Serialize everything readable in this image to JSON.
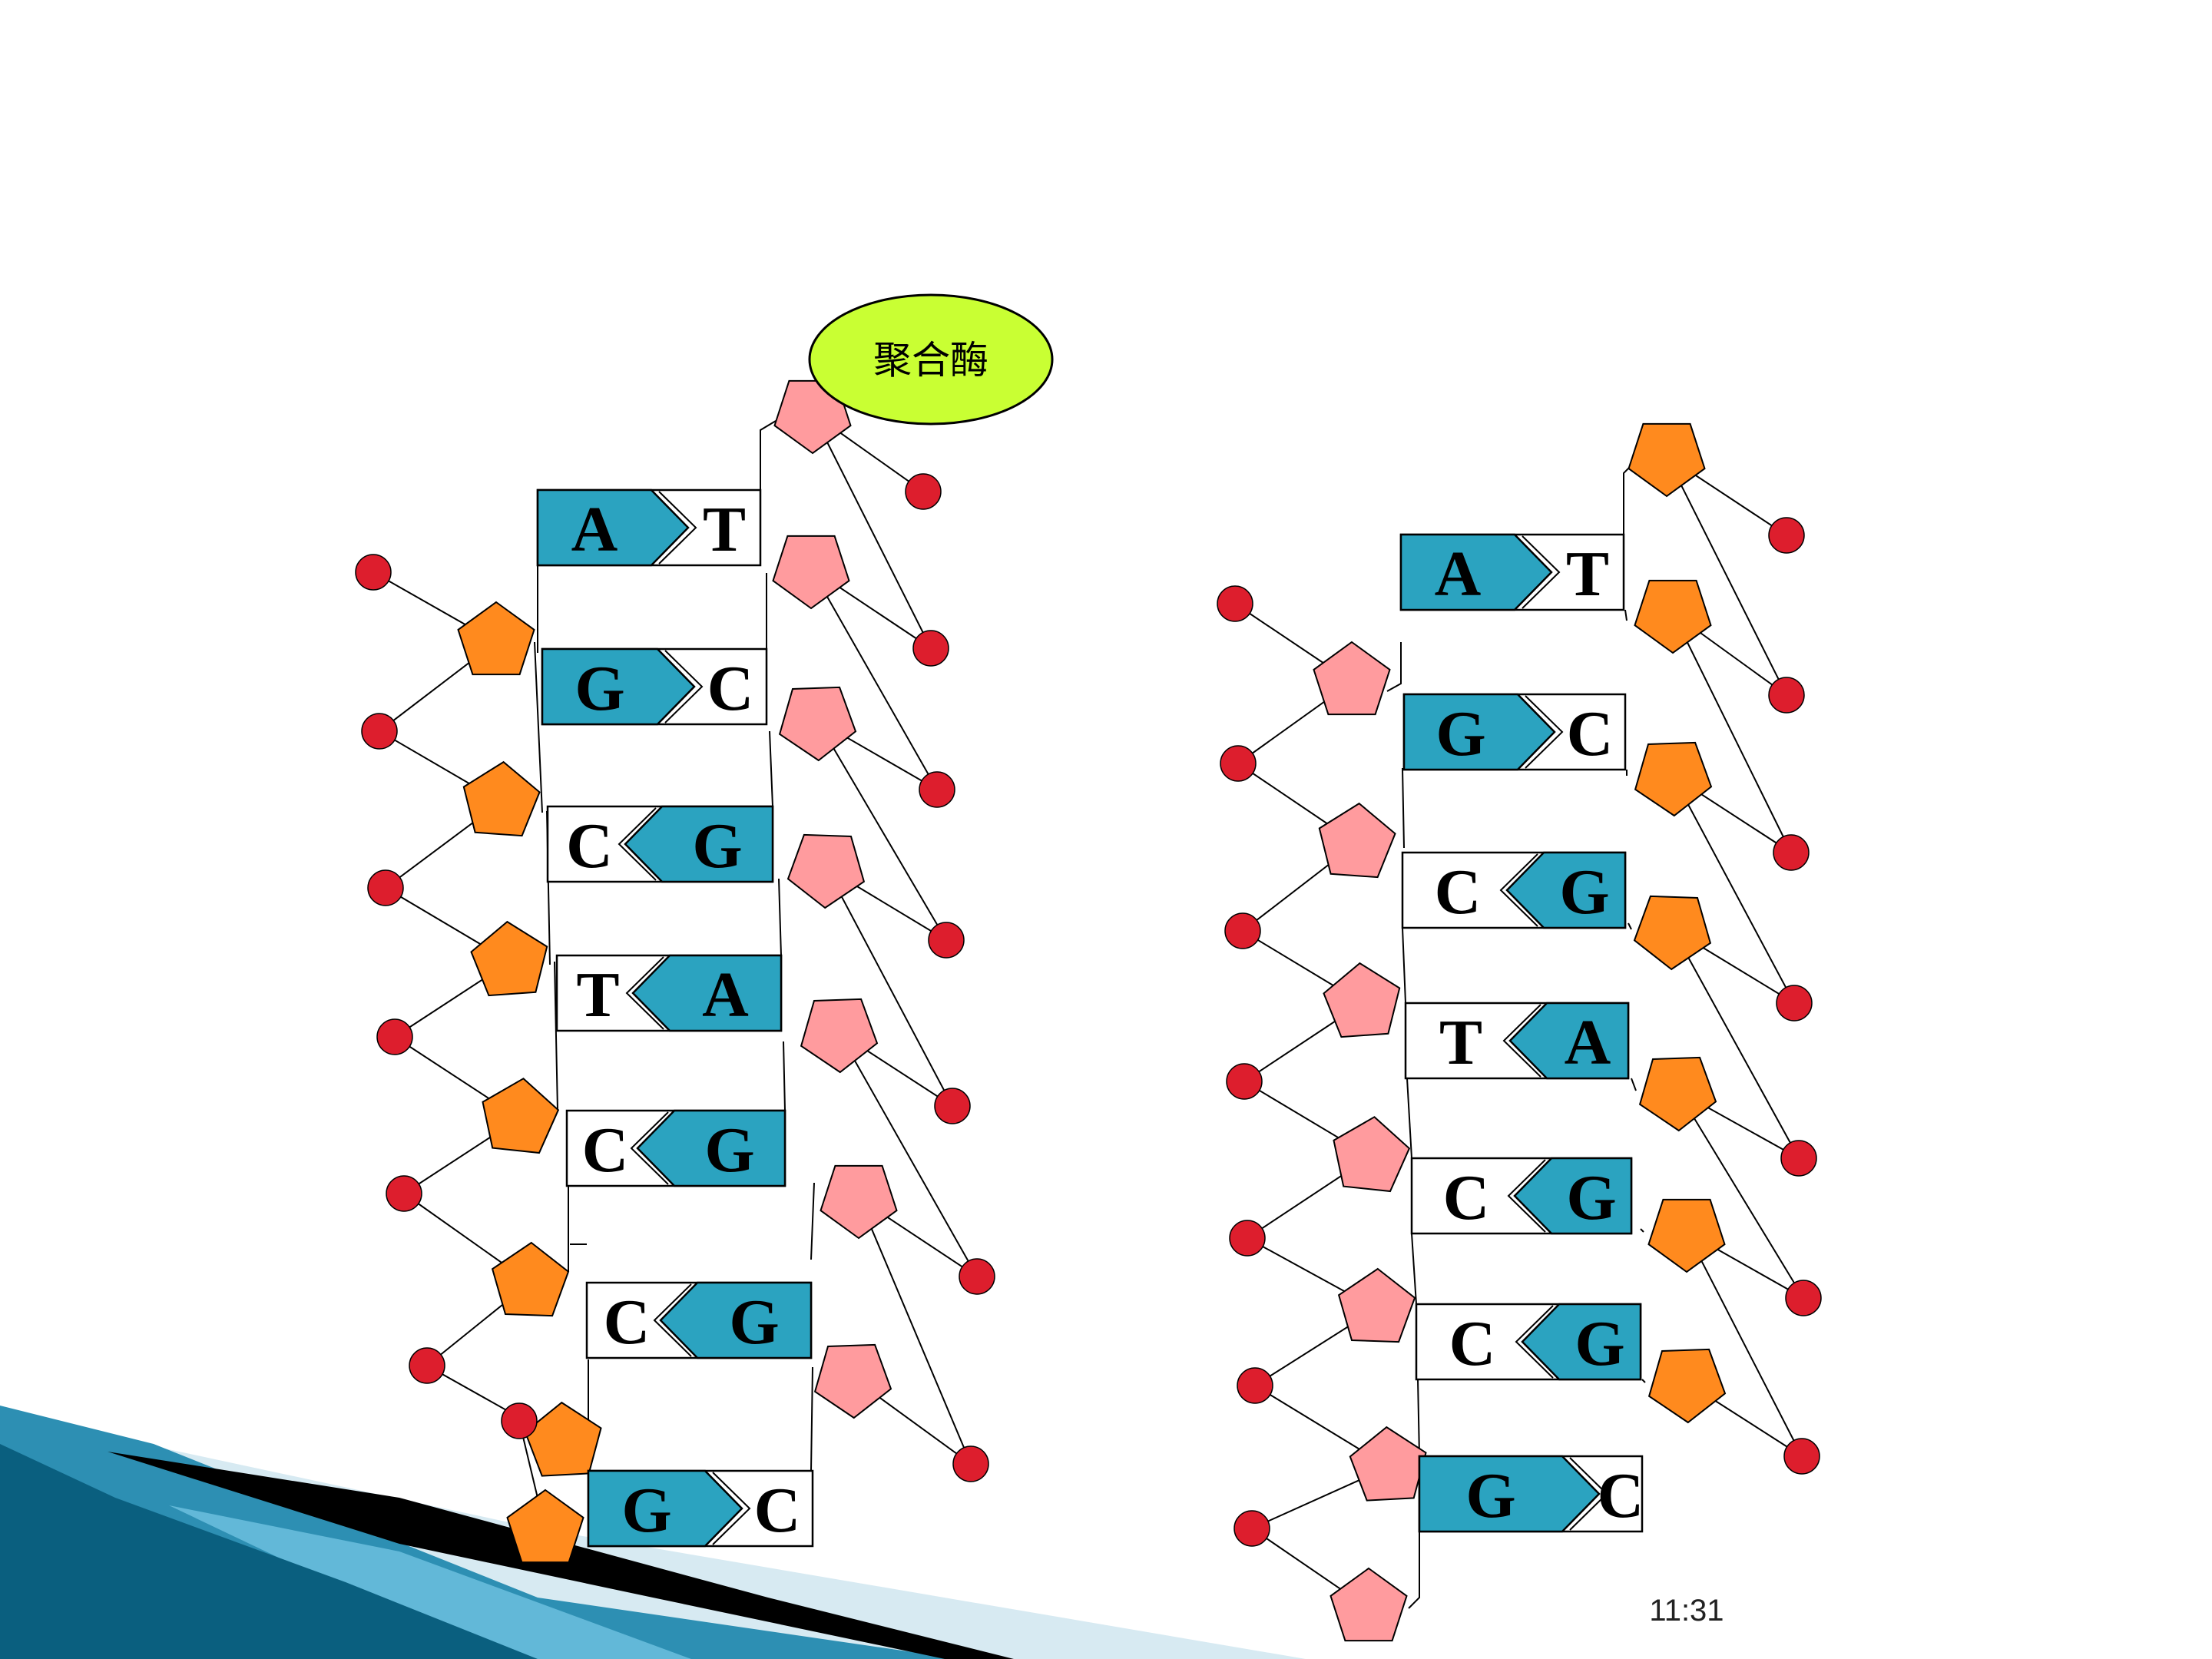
{
  "slide": {
    "enzyme_label": "聚合酶",
    "time": "11:31"
  },
  "colors": {
    "base_fill": "#2ba3c0",
    "sugar_orange": "#ff8a1e",
    "sugar_pink": "#ff9b9e",
    "phosphate": "#dd1e2d",
    "enzyme_fill": "#c9ff33",
    "decor_dark": "#0a5f7f",
    "decor_light": "#d7eaf2"
  },
  "left_molecule": {
    "pairs": [
      {
        "left": "A",
        "right": "T",
        "filled": "left"
      },
      {
        "left": "G",
        "right": "C",
        "filled": "left"
      },
      {
        "left": "C",
        "right": "G",
        "filled": "right"
      },
      {
        "left": "T",
        "right": "A",
        "filled": "right"
      },
      {
        "left": "C",
        "right": "G",
        "filled": "right"
      },
      {
        "left": "C",
        "right": "G",
        "filled": "right"
      },
      {
        "left": "G",
        "right": "C",
        "filled": "left"
      }
    ]
  },
  "right_molecule": {
    "pairs": [
      {
        "left": "A",
        "right": "T",
        "filled": "left"
      },
      {
        "left": "G",
        "right": "C",
        "filled": "left"
      },
      {
        "left": "C",
        "right": "G",
        "filled": "right"
      },
      {
        "left": "T",
        "right": "A",
        "filled": "right"
      },
      {
        "left": "C",
        "right": "G",
        "filled": "right"
      },
      {
        "left": "C",
        "right": "G",
        "filled": "right"
      },
      {
        "left": "G",
        "right": "C",
        "filled": "left"
      }
    ]
  }
}
